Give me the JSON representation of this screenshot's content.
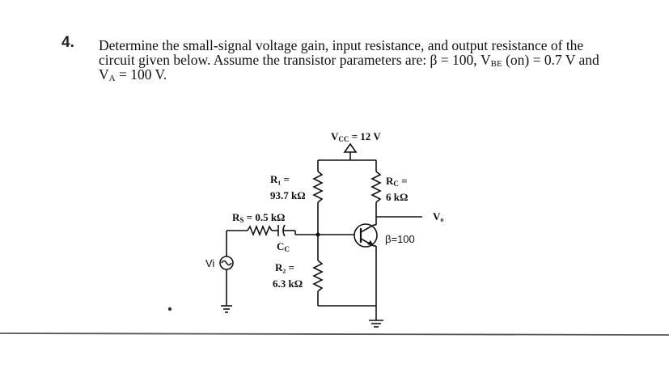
{
  "problem": {
    "number": "4.",
    "line1": "Determine the small-signal voltage gain, input resistance, and output resistance of the",
    "line2_a": "circuit given below. Assume the transistor parameters are: β = 100, V",
    "line2_sub": "BE",
    "line2_b": " (on) = 0.7 V and",
    "line3_a": "V",
    "line3_sub": "A",
    "line3_b": " = 100 V."
  },
  "circuit": {
    "vcc_label": "V",
    "vcc_sub": "CC",
    "vcc_value": " = 12 V",
    "r1_name": "R₁ =",
    "r1_value": "93.7 kΩ",
    "rc_name": "R",
    "rc_sub": "C",
    "rc_eq": " =",
    "rc_value": "6 kΩ",
    "rs_label": "R",
    "rs_sub": "S",
    "rs_value": " = 0.5 kΩ",
    "cc_label": "C",
    "cc_sub": "C",
    "r2_name": "R₂ =",
    "r2_value": "6.3 kΩ",
    "beta_label": "β=100",
    "vo_label": "V",
    "vo_sub": "o",
    "vi_label": "Vi"
  }
}
